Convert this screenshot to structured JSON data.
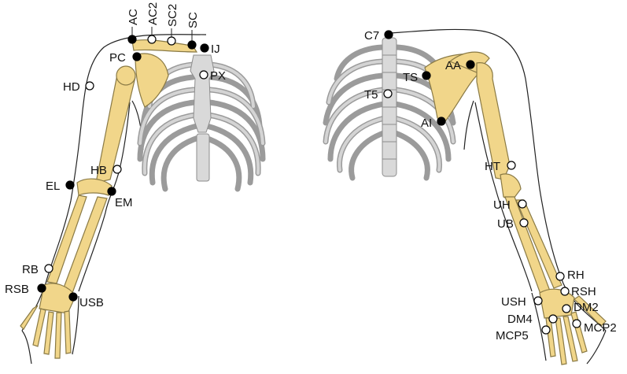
{
  "colors": {
    "bone": "#f1d68a",
    "bone_stroke": "#8a7a45",
    "rib": "#9b9b9b",
    "rib_light": "#d4d4d4",
    "marker_filled": "#000000",
    "marker_open": "#ffffff",
    "text": "#111111"
  },
  "marker_legend": {
    "filled": "filled-circle",
    "open": "open-circle"
  },
  "front_view": {
    "landmarks": [
      {
        "id": "AC",
        "label": "AC",
        "marker": "filled"
      },
      {
        "id": "AC2",
        "label": "AC2",
        "marker": "open"
      },
      {
        "id": "SC2",
        "label": "SC2",
        "marker": "open"
      },
      {
        "id": "SC",
        "label": "SC",
        "marker": "filled"
      },
      {
        "id": "IJ",
        "label": "IJ",
        "marker": "filled"
      },
      {
        "id": "PC",
        "label": "PC",
        "marker": "filled"
      },
      {
        "id": "PX",
        "label": "PX",
        "marker": "open"
      },
      {
        "id": "HD",
        "label": "HD",
        "marker": "open"
      },
      {
        "id": "HB",
        "label": "HB",
        "marker": "open"
      },
      {
        "id": "EL",
        "label": "EL",
        "marker": "filled"
      },
      {
        "id": "EM",
        "label": "EM",
        "marker": "filled"
      },
      {
        "id": "RB",
        "label": "RB",
        "marker": "open"
      },
      {
        "id": "RSB",
        "label": "RSB",
        "marker": "filled"
      },
      {
        "id": "USB",
        "label": "USB",
        "marker": "filled"
      }
    ]
  },
  "back_view": {
    "landmarks": [
      {
        "id": "C7",
        "label": "C7",
        "marker": "filled"
      },
      {
        "id": "AA",
        "label": "AA",
        "marker": "filled"
      },
      {
        "id": "TS",
        "label": "TS",
        "marker": "filled"
      },
      {
        "id": "T5",
        "label": "T5",
        "marker": "open"
      },
      {
        "id": "AI",
        "label": "AI",
        "marker": "filled"
      },
      {
        "id": "HT",
        "label": "HT",
        "marker": "open"
      },
      {
        "id": "UH",
        "label": "UH",
        "marker": "open"
      },
      {
        "id": "UB",
        "label": "UB",
        "marker": "open"
      },
      {
        "id": "RH",
        "label": "RH",
        "marker": "open"
      },
      {
        "id": "RSH",
        "label": "RSH",
        "marker": "open"
      },
      {
        "id": "USH",
        "label": "USH",
        "marker": "open"
      },
      {
        "id": "DM2",
        "label": "DM2",
        "marker": "open"
      },
      {
        "id": "DM4",
        "label": "DM4",
        "marker": "open"
      },
      {
        "id": "MCP2",
        "label": "MCP2",
        "marker": "open"
      },
      {
        "id": "MCP5",
        "label": "MCP5",
        "marker": "open"
      }
    ]
  }
}
